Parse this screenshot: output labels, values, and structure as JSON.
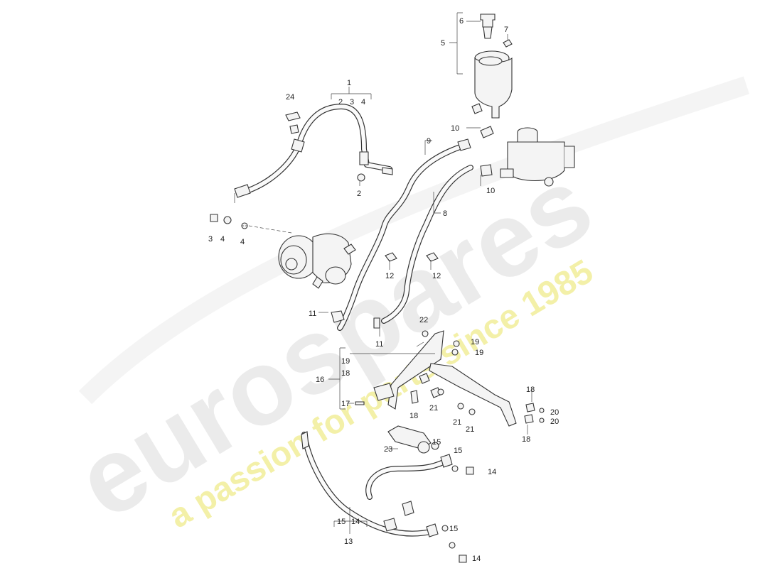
{
  "watermark": {
    "brand": "eurospares",
    "tagline": "a passion for parts since 1985",
    "colors": {
      "brand": "#e9e9e9",
      "tagline": "#f2ef9c"
    }
  },
  "callouts": {
    "c1": "1",
    "c1a": "2",
    "c1b": "3",
    "c1c": "4",
    "c2": "2",
    "c3": "3",
    "c4a": "4",
    "c4b": "4",
    "c5": "5",
    "c6": "6",
    "c7": "7",
    "c8": "8",
    "c9": "9",
    "c10a": "10",
    "c10b": "10",
    "c11a": "11",
    "c11b": "11",
    "c12a": "12",
    "c12b": "12",
    "c13": "13",
    "c13a": "15",
    "c13b": "14",
    "c14a": "14",
    "c14b": "14",
    "c15a": "15",
    "c15b": "15",
    "c15c": "15",
    "c16": "16",
    "c16a": "19",
    "c16b": "18",
    "c17": "17",
    "c18a": "18",
    "c18b": "18",
    "c18c": "18",
    "c19a": "19",
    "c19b": "19",
    "c20a": "20",
    "c20b": "20",
    "c21a": "21",
    "c21b": "21",
    "c21c": "21",
    "c22": "22",
    "c23": "23",
    "c24": "24"
  }
}
